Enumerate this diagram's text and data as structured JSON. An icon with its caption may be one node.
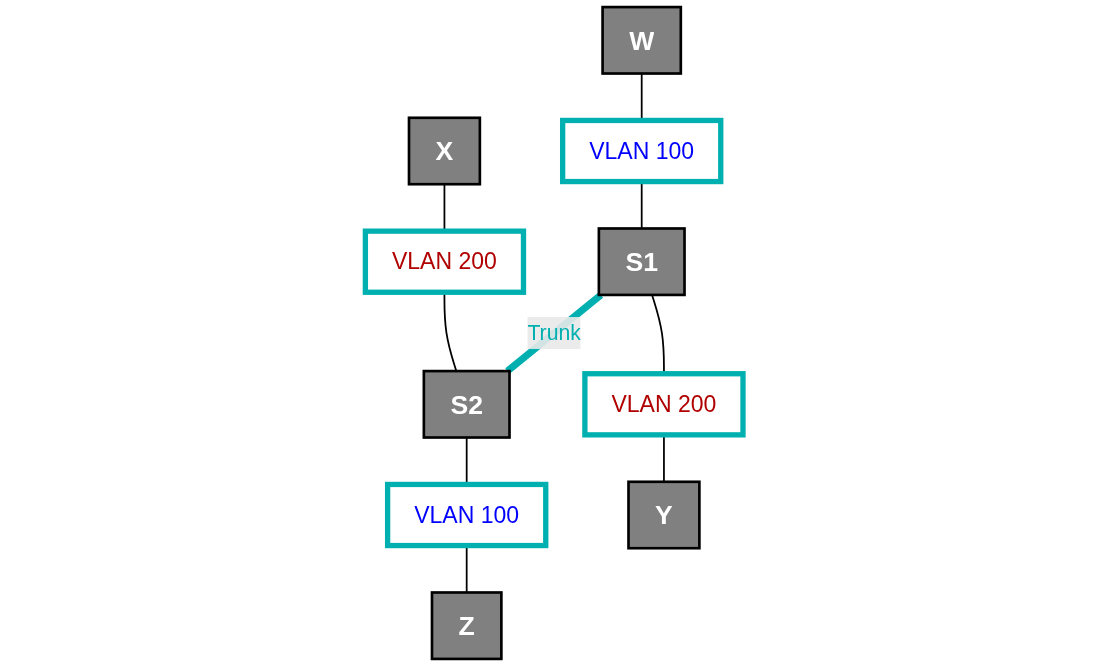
{
  "diagram": {
    "nodes": [
      {
        "text": [
          "W"
        ]
      },
      {
        "text": [
          "X"
        ]
      },
      {
        "text": [
          "VLAN 100"
        ]
      },
      {
        "text": [
          "VLAN 200"
        ]
      },
      {
        "text": [
          "S1"
        ]
      },
      {
        "text": [
          "S2"
        ]
      },
      {
        "text": [
          "VLAN 200"
        ]
      },
      {
        "text": [
          "VLAN 100"
        ]
      },
      {
        "text": [
          "Y"
        ]
      },
      {
        "text": [
          "Z"
        ]
      }
    ],
    "edges": [
      {
        "from": 0,
        "to": 2,
        "arrow": "none"
      },
      {
        "from": 1,
        "to": 3,
        "arrow": "none"
      },
      {
        "from": 2,
        "to": 4,
        "arrow": "none"
      },
      {
        "from": 3,
        "to": 5,
        "arrow": "none"
      },
      {
        "from": 4,
        "to": 5,
        "arrow": "none",
        "label": "Trunk",
        "style": "thick",
        "color": "#00b0b0"
      },
      {
        "from": 4,
        "to": 6,
        "arrow": "none"
      },
      {
        "from": 5,
        "to": 7,
        "arrow": "none"
      },
      {
        "from": 6,
        "to": 8,
        "arrow": "none"
      },
      {
        "from": 7,
        "to": 9,
        "arrow": "none"
      }
    ]
  }
}
